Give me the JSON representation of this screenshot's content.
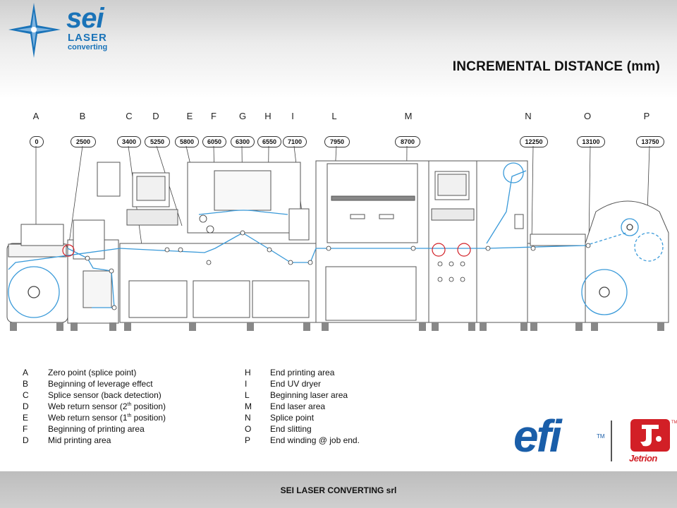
{
  "header": {
    "logo": {
      "brand": "sei",
      "line1": "LASER",
      "line2": "converting"
    },
    "title": "INCREMENTAL DISTANCE (mm)"
  },
  "markers": [
    {
      "letter": "A",
      "distance": "0"
    },
    {
      "letter": "B",
      "distance": "2500"
    },
    {
      "letter": "C",
      "distance": "3400"
    },
    {
      "letter": "D",
      "distance": "5250"
    },
    {
      "letter": "E",
      "distance": "5800"
    },
    {
      "letter": "F",
      "distance": "6050"
    },
    {
      "letter": "G",
      "distance": "6300"
    },
    {
      "letter": "H",
      "distance": "6550"
    },
    {
      "letter": "I",
      "distance": "7100"
    },
    {
      "letter": "L",
      "distance": "7950"
    },
    {
      "letter": "M",
      "distance": "8700"
    },
    {
      "letter": "N",
      "distance": "12250"
    },
    {
      "letter": "O",
      "distance": "13100"
    },
    {
      "letter": "P",
      "distance": "13750"
    }
  ],
  "legend": {
    "left": [
      {
        "key": "A",
        "text": "Zero point (splice point)"
      },
      {
        "key": "B",
        "text": "Beginning of leverage effect"
      },
      {
        "key": "C",
        "text": "Splice sensor (back detection)"
      },
      {
        "key": "D",
        "pre": "Web return sensor (2",
        "sup": "th",
        "post": " position)"
      },
      {
        "key": "E",
        "pre": "Web return sensor (1",
        "sup": "th",
        "post": " position)"
      },
      {
        "key": "F",
        "text": "Beginning of printing area"
      },
      {
        "key": "D",
        "text": "Mid printing area"
      }
    ],
    "right": [
      {
        "key": "H",
        "text": "End printing area"
      },
      {
        "key": "I",
        "text": "End UV dryer"
      },
      {
        "key": "L",
        "text": "Beginning laser area"
      },
      {
        "key": "M",
        "text": "End laser area"
      },
      {
        "key": "N",
        "text": "Splice point"
      },
      {
        "key": "O",
        "text": "End slitting"
      },
      {
        "key": "P",
        "text": "End winding @ job end."
      }
    ]
  },
  "partners": {
    "efi": "efi",
    "efi_tm": "TM",
    "jetrion": "Jetrion",
    "jetrion_tm": "TM"
  },
  "colors": {
    "web_path": "#3a9ad9",
    "brand_blue": "#1a73b8",
    "efi_blue": "#1a5ea9",
    "jetrion_red": "#d21f26",
    "line": "#444444"
  },
  "footer": {
    "company": "SEI LASER CONVERTING srl"
  }
}
